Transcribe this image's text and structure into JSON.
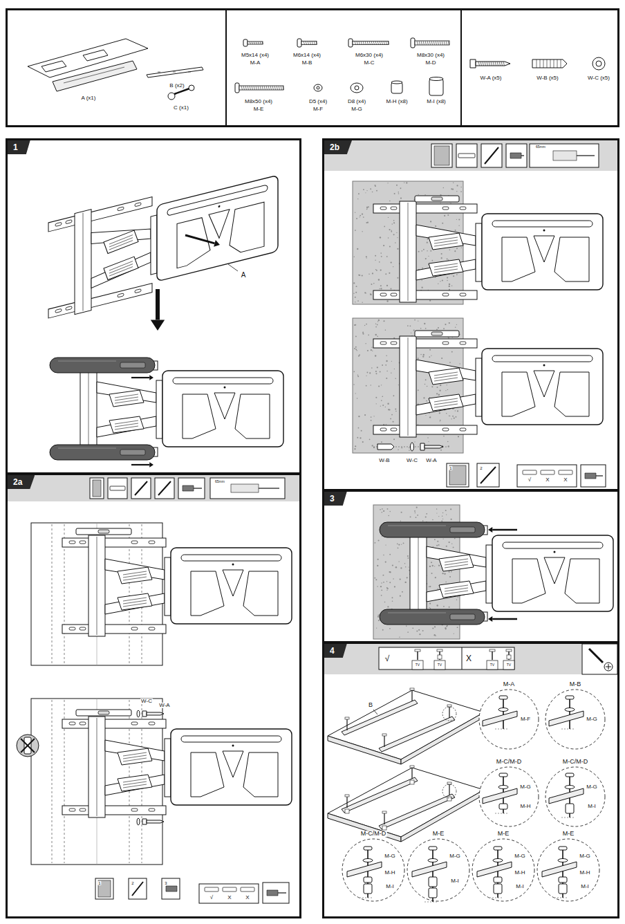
{
  "diagram": {
    "nodes": [
      {
        "text": [
          "A (x1)",
          "B (x2)",
          "C (x1)"
        ]
      },
      {
        "text": [
          "M5x14 (x4)",
          "M-A",
          "M6x14 (x4)",
          "M-B",
          "M6x30 (x4)",
          "M-C",
          "M8x30 (x4)",
          "M-D",
          "M8x50 (x4)",
          "M-E",
          "D5 (x4)",
          "M-F",
          "D8 (x4)",
          "M-G",
          "M-H (x8)",
          "M-I (x8)"
        ]
      },
      {
        "text": [
          "W-A (x5)",
          "W-B (x5)",
          "W-C (x5)"
        ]
      },
      {
        "text": [
          "1"
        ]
      },
      {
        "text": [
          "2a"
        ]
      },
      {
        "text": [
          "2b"
        ]
      },
      {
        "text": [
          "3"
        ]
      },
      {
        "text": [
          "4"
        ]
      },
      {
        "text": [
          "M-A",
          "M-F"
        ],
        "in": 7
      },
      {
        "text": [
          "M-B",
          "M-G"
        ],
        "in": 7
      },
      {
        "text": [
          "M-C/M-D",
          "M-G",
          "M-H"
        ],
        "in": 7
      },
      {
        "text": [
          "M-C/M-D",
          "M-G",
          "M-I"
        ],
        "in": 7
      },
      {
        "text": [
          "M-C/M-D",
          "M-G",
          "M-H",
          "M-I"
        ],
        "in": 7
      },
      {
        "text": [
          "M-E",
          "M-G",
          "M-I"
        ],
        "in": 7
      },
      {
        "text": [
          "M-E",
          "M-G",
          "M-H",
          "M-I"
        ],
        "in": 7
      },
      {
        "text": [
          "M-E",
          "M-G",
          "M-H",
          "M-I"
        ],
        "in": 7
      }
    ],
    "labels": [
      "A",
      "65mm",
      "W-C",
      "W-A",
      "1",
      "2",
      "3",
      "√",
      "X",
      "X",
      "65mm",
      "W-B",
      "W-C",
      "W-A",
      "1",
      "2",
      "√",
      "X",
      "X",
      "√",
      "X",
      "B",
      "TV",
      "TV",
      "TV",
      "TV"
    ]
  }
}
